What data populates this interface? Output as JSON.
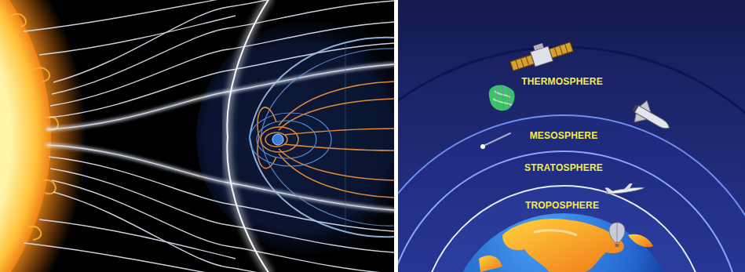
{
  "diagram": {
    "labels": [
      "THERMOSPHERE",
      "MESOSPHERE",
      "STRATOSPHERE",
      "TROPOSPHERE"
    ]
  }
}
